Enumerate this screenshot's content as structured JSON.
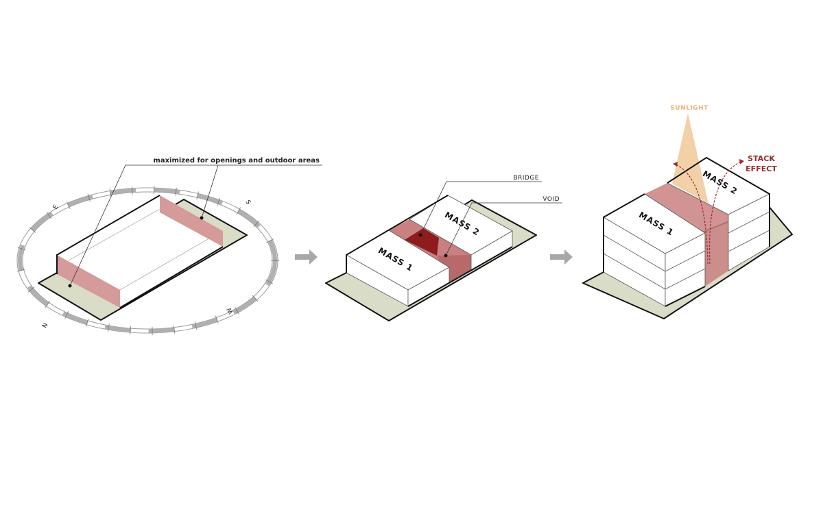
{
  "diagram1": {
    "annotation": "maximized for openings and outdoor areas",
    "compass": {
      "east": "E",
      "south": "S",
      "west": "W",
      "north": "N"
    }
  },
  "diagram2": {
    "bridge_label": "BRIDGE",
    "void_label": "VOID",
    "mass1_label": "MASS 1",
    "mass2_label": "MASS 2"
  },
  "diagram3": {
    "sunlight_label": "SUNLIGHT",
    "stack_label_line1": "STACK",
    "stack_label_line2": "EFFECT",
    "mass1_label": "MASS 1",
    "mass2_label": "MASS 2"
  },
  "colors": {
    "site_green": "#d9dcc6",
    "wall_red": "#d59a9a",
    "void_dark": "#8e1c1c",
    "sunlight": "#f0c999",
    "stack_red": "#9b2a2a",
    "arrow_gray": "#a8a8a8"
  }
}
